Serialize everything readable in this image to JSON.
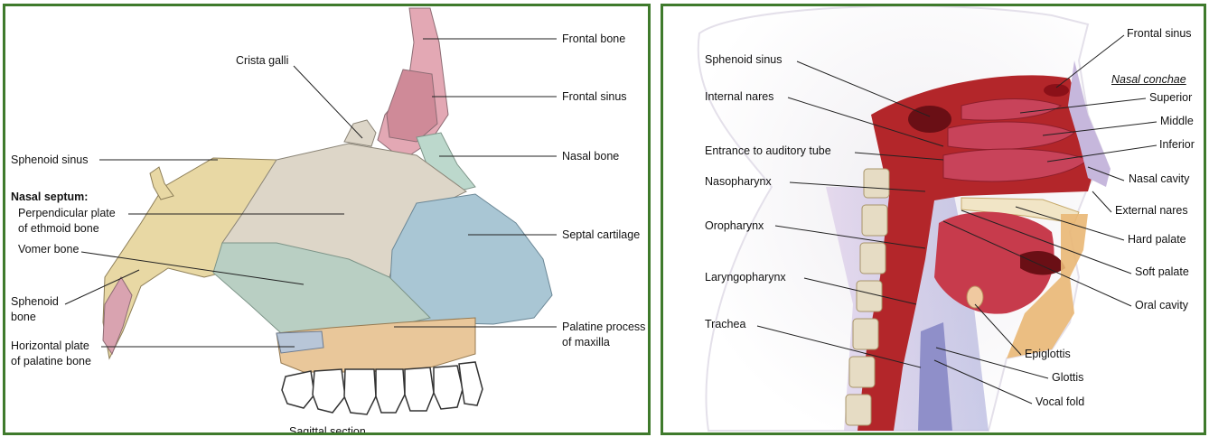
{
  "left_panel": {
    "labels": {
      "crista_galli": "Crista galli",
      "frontal_bone": "Frontal bone",
      "frontal_sinus": "Frontal sinus",
      "nasal_bone": "Nasal bone",
      "sphenoid_sinus": "Sphenoid sinus",
      "nasal_septum_heading": "Nasal septum:",
      "perpendicular_plate_1": "Perpendicular plate",
      "perpendicular_plate_2": "of ethmoid bone",
      "vomer_bone": "Vomer bone",
      "septal_cartilage": "Septal cartilage",
      "sphenoid_bone_1": "Sphenoid",
      "sphenoid_bone_2": "bone",
      "horizontal_plate_1": "Horizontal plate",
      "horizontal_plate_2": "of palatine bone",
      "palatine_process_1": "Palatine process",
      "palatine_process_2": "of maxilla",
      "caption": "Sagittal section"
    }
  },
  "right_panel": {
    "labels": {
      "frontal_sinus": "Frontal sinus",
      "sphenoid_sinus": "Sphenoid sinus",
      "nasal_conchae": "Nasal conchae",
      "superior": "Superior",
      "internal_nares": "Internal nares",
      "middle": "Middle",
      "inferior": "Inferior",
      "entrance_auditory_tube": "Entrance to auditory tube",
      "nasal_cavity": "Nasal cavity",
      "nasopharynx": "Nasopharynx",
      "external_nares": "External nares",
      "oropharynx": "Oropharynx",
      "hard_palate": "Hard palate",
      "soft_palate": "Soft palate",
      "laryngopharynx": "Laryngopharynx",
      "oral_cavity": "Oral cavity",
      "trachea": "Trachea",
      "epiglottis": "Epiglottis",
      "glottis": "Glottis",
      "vocal_fold": "Vocal fold"
    }
  },
  "colors": {
    "border": "#3f7a2c",
    "frontal_bone": "#e3a8b4",
    "ethmoid": "#ddd6c8",
    "vomer": "#b9cfc3",
    "septal_cartilage": "#a9c6d4",
    "sphenoid": "#e8d8a4",
    "maxilla": "#e9c79a",
    "mucosa": "#b3262a"
  }
}
